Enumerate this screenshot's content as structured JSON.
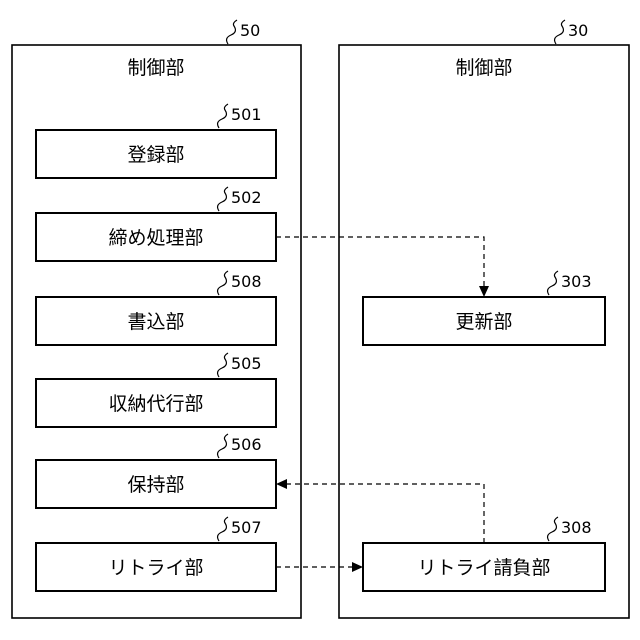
{
  "panels": {
    "left": {
      "ref": "50",
      "title": "制御部"
    },
    "right": {
      "ref": "30",
      "title": "制御部"
    }
  },
  "boxes": {
    "b501": {
      "ref": "501",
      "label": "登録部"
    },
    "b502": {
      "ref": "502",
      "label": "締め処理部"
    },
    "b508": {
      "ref": "508",
      "label": "書込部"
    },
    "b505": {
      "ref": "505",
      "label": "収納代行部"
    },
    "b506": {
      "ref": "506",
      "label": "保持部"
    },
    "b507": {
      "ref": "507",
      "label": "リトライ部"
    },
    "b303": {
      "ref": "303",
      "label": "更新部"
    },
    "b308": {
      "ref": "308",
      "label": "リトライ請負部"
    }
  },
  "connections": [
    {
      "from": "締め処理部",
      "to": "更新部",
      "style": "dashed"
    },
    {
      "from": "リトライ請負部",
      "to": "保持部",
      "style": "dashed"
    },
    {
      "from": "リトライ部",
      "to": "リトライ請負部",
      "style": "dashed"
    }
  ]
}
